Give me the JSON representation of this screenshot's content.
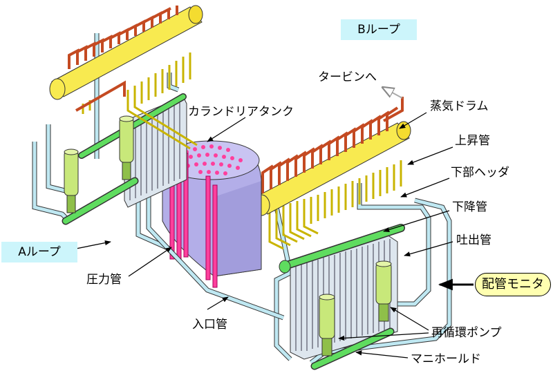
{
  "labels": {
    "b_loop": "Bループ",
    "a_loop": "Aループ",
    "to_turbine": "タービンへ",
    "calandria_tank": "カランドリアタンク",
    "steam_drum": "蒸気ドラム",
    "riser": "上昇管",
    "lower_header": "下部ヘッダ",
    "downcomer": "下降管",
    "discharge_pipe": "吐出管",
    "pipe_monitor": "配管モニタ",
    "pressure_tube": "圧力管",
    "inlet_pipe": "入口管",
    "recirc_pump": "再循環ポンプ",
    "manifold": "マニホールド"
  },
  "colors": {
    "steam_pipe": "#f06a3c",
    "drum": "#f8ea50",
    "riser": "#f8ea50",
    "water_pipe": "#bfe8f2",
    "header": "#5fdc5f",
    "pump": "#c8e87a",
    "tank": "#b3aee8",
    "pressure_tube": "#ff3f9c",
    "loop_label_bg": "#ccf5fb",
    "monitor_bg": "#ffffb0"
  }
}
